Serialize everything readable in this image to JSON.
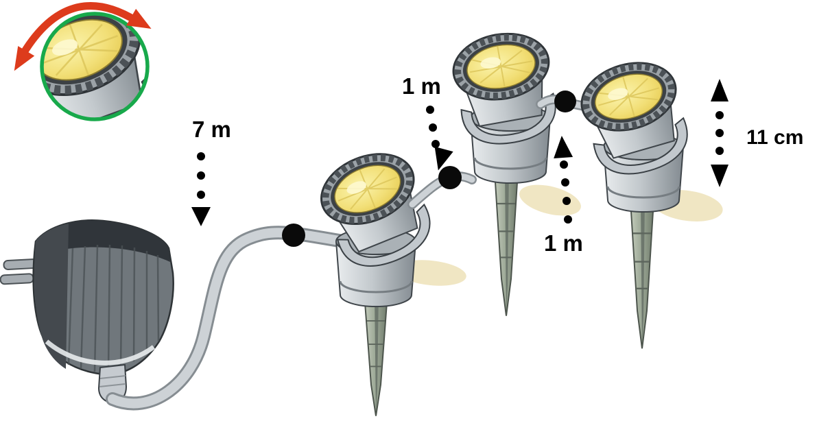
{
  "diagram": {
    "type": "product-installation-illustration",
    "labels": {
      "main_cable_length": "7 m",
      "link_cable_1_length": "1 m",
      "link_cable_2_length": "1 m",
      "fixture_height": "11 cm"
    },
    "colors": {
      "accent_green": "#18a94b",
      "accent_red": "#dd3b1c",
      "connector_dot": "#0a0a0a",
      "cable_gray": "#cdd2d6",
      "cable_edge_gray": "#868d92",
      "lens_yellow": "#f2df77",
      "shadow_beige": "#f0e6c3",
      "label_text": "#000000"
    },
    "icons": {
      "rotation_arrow": "curved-rotation-arrow",
      "connector": "cable-connector-dot",
      "arrow_down": "dotted-arrow-down",
      "arrow_up": "dotted-arrow-up",
      "double_arrow": "dotted-double-arrow-vertical"
    },
    "components": {
      "plug": "power-plug",
      "spotlight_count": 3,
      "connector_count": 3
    }
  }
}
